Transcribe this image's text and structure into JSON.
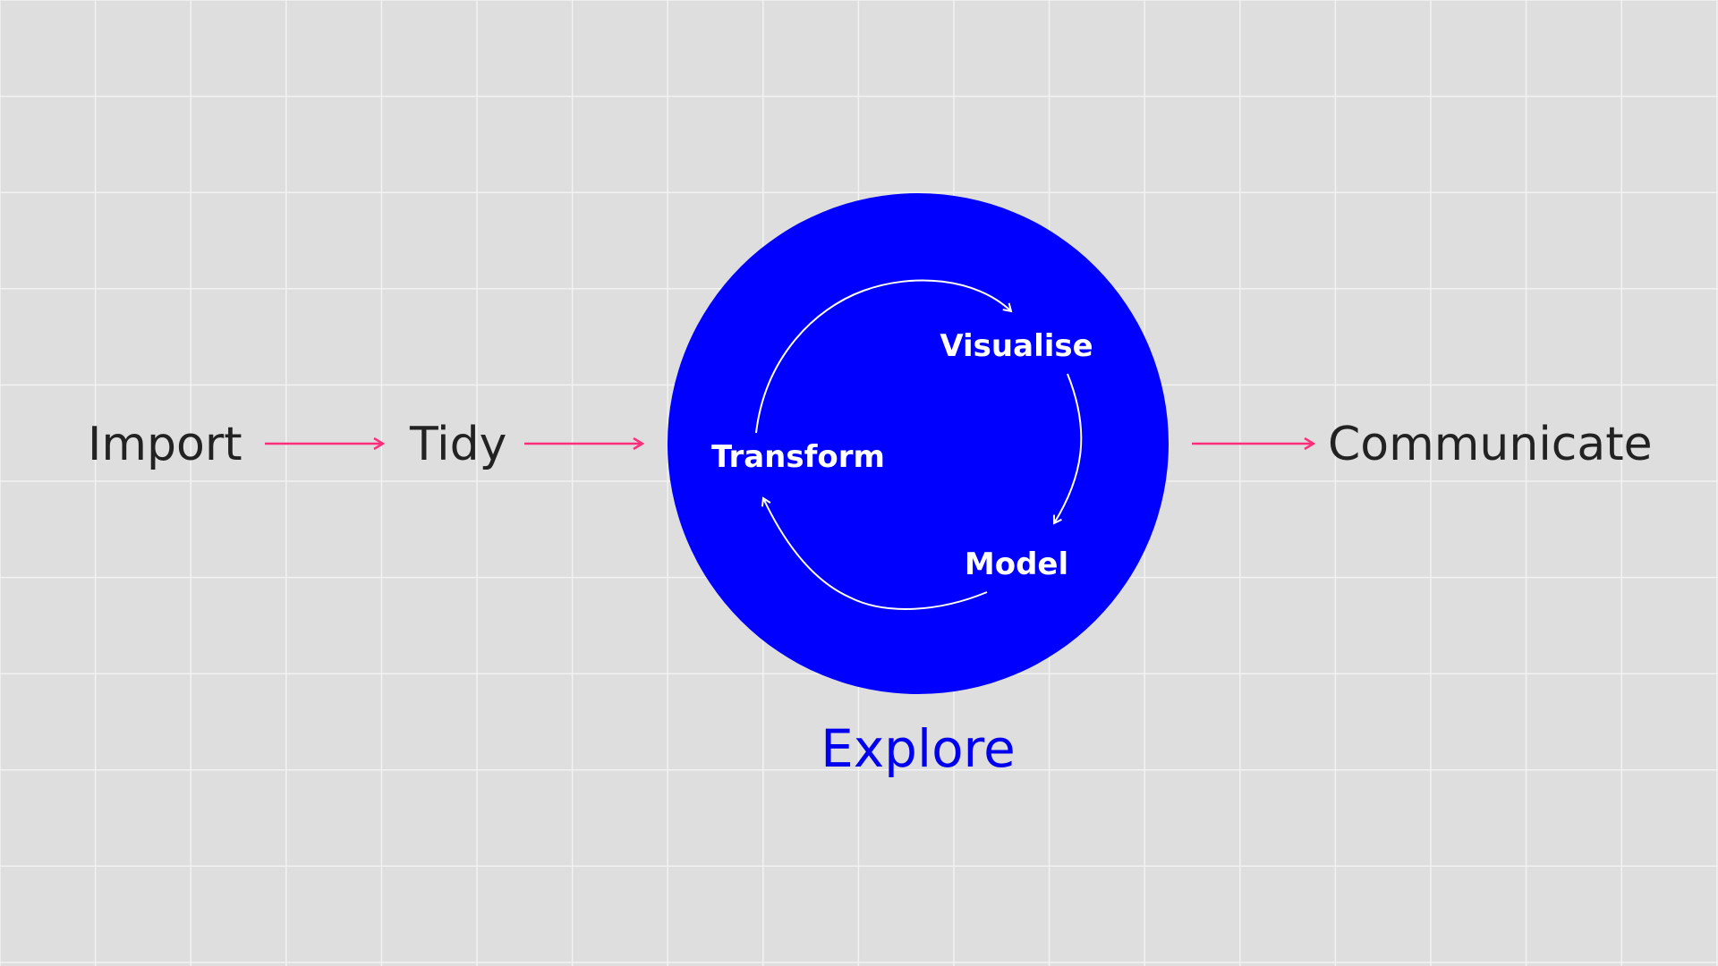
{
  "colors": {
    "background": "#dedede",
    "grid": "#f2f2f2",
    "circle_fill": "#0000ff",
    "explore_text": "#0000ee",
    "arrow": "#ff2d7a",
    "step_text": "#222222",
    "inner_text": "#ffffff"
  },
  "steps": {
    "import": "Import",
    "tidy": "Tidy",
    "communicate": "Communicate"
  },
  "explore": {
    "label": "Explore",
    "transform": "Transform",
    "visualise": "Visualise",
    "model": "Model"
  }
}
